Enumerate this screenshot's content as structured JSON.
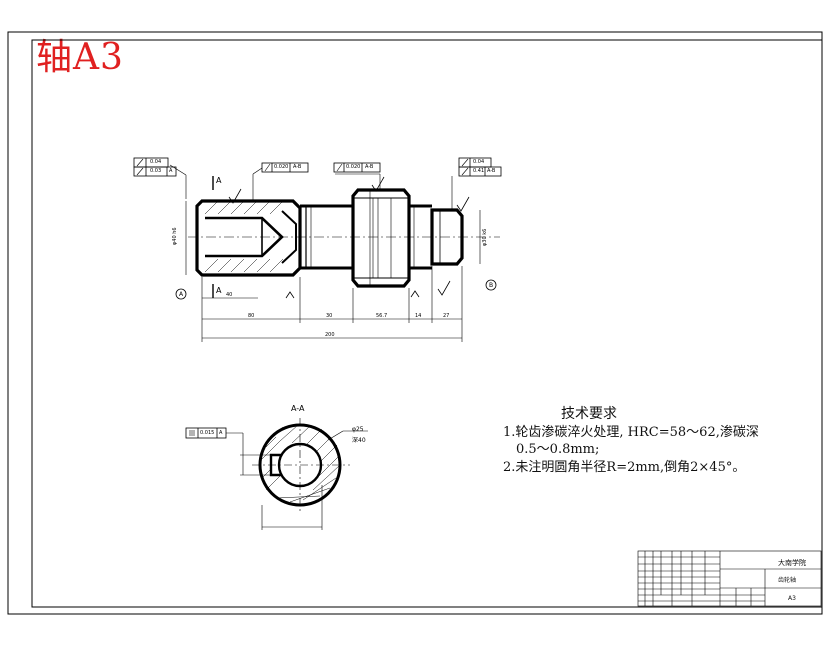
{
  "stamp": "轴A3",
  "technical_requirements": {
    "title": "技术要求",
    "items": [
      "1.轮齿渗碳淬火处理, HRC=58～62,渗碳深",
      "0.5～0.8mm;",
      "2.未注明圆角半径R=2mm,倒角2×45°。"
    ]
  },
  "section_label": "A-A",
  "tolerance_frames": {
    "left_top_value": "0.04",
    "left_bottom_value": "0.03",
    "left_bottom_datum": "A",
    "mid_left_value": "0.020",
    "mid_left_datum": "A-B",
    "mid_right_value": "0.020",
    "mid_right_datum": "A-B",
    "right_top_value": "0.04",
    "right_bottom_value": "0.41",
    "right_bottom_datum": "A-B",
    "section_value": "0.015",
    "section_datum": "A"
  },
  "datums": {
    "left": "A",
    "right": "B"
  },
  "section_marks": {
    "top": "A",
    "bottom": "A"
  },
  "dimension_notes": {
    "diameter_note": "φ25",
    "depth_note": "深40"
  },
  "title_block": {
    "school": "大南学院",
    "part_name": "齿轮轴",
    "drawing_no": "A3"
  },
  "colors": {
    "stamp": "#e02020",
    "lines": "#000000",
    "background": "#ffffff"
  }
}
